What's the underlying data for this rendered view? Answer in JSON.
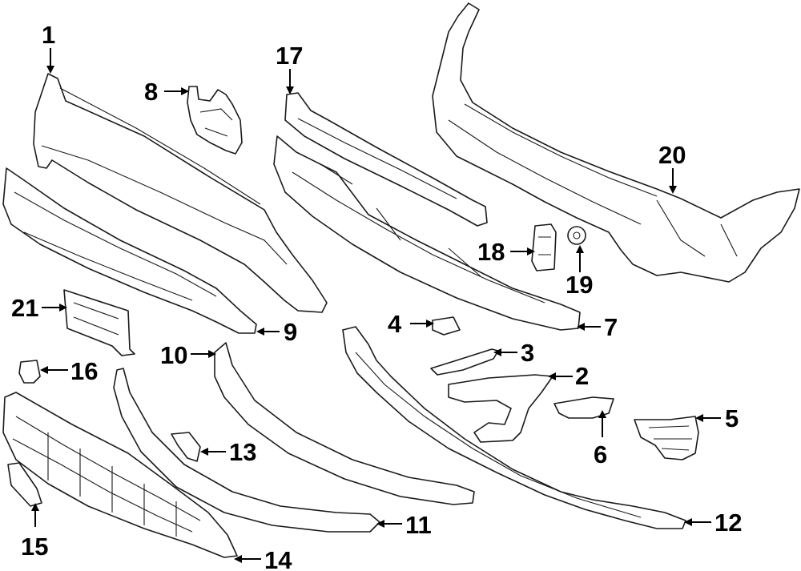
{
  "diagram": {
    "background": "#ffffff",
    "line_color": "#1a1a1a",
    "callouts": [
      "1",
      "2",
      "3",
      "4",
      "5",
      "6",
      "7",
      "8",
      "9",
      "10",
      "11",
      "12",
      "13",
      "14",
      "15",
      "16",
      "17",
      "18",
      "19",
      "20",
      "21"
    ]
  }
}
